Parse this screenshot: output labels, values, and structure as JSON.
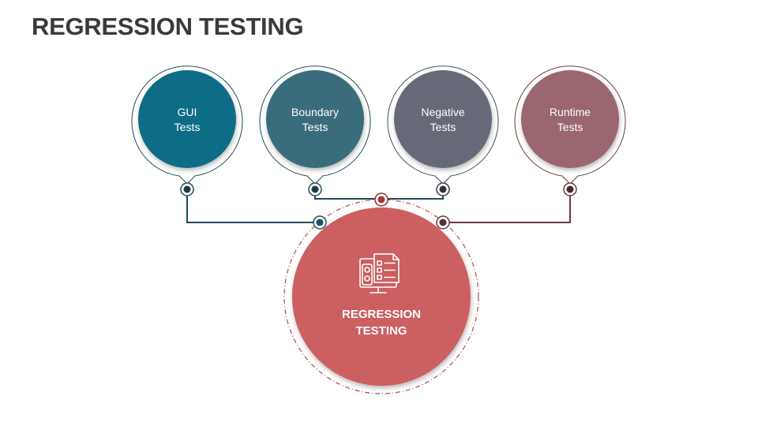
{
  "title": "REGRESSION TESTING",
  "colors": {
    "gui": "#0f6d86",
    "boundary": "#3a6c7c",
    "negative": "#666a78",
    "runtime": "#9a6670",
    "center": "#cc5f62",
    "line_teal": "#1f4e5a",
    "line_maroon": "#6b3a40"
  },
  "nodes": [
    {
      "id": "gui",
      "line1": "GUI",
      "line2": "Tests"
    },
    {
      "id": "boundary",
      "line1": "Boundary",
      "line2": "Tests"
    },
    {
      "id": "negative",
      "line1": "Negative",
      "line2": "Tests"
    },
    {
      "id": "runtime",
      "line1": "Runtime",
      "line2": "Tests"
    }
  ],
  "center": {
    "line1": "REGRESSION",
    "line2": "TESTING",
    "icon": "monitor-checklist-icon"
  }
}
